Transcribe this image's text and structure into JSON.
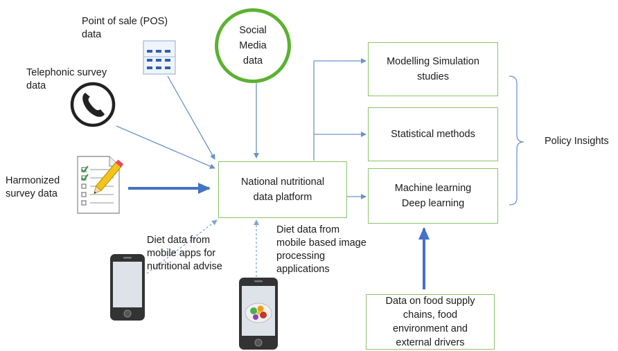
{
  "sources": {
    "pos": "Point of sale (POS)\ndata",
    "social": "Social\nMedia\ndata",
    "telephonic": "Telephonic survey\ndata",
    "harmonized": "Harmonized\nsurvey data",
    "diet_apps": "Diet data from\nmobile apps for\nnutritional advise",
    "diet_image": "Diet data from\nmobile based image\nprocessing\napplications",
    "food_supply": "Data on food supply\nchains, food\nenvironment and\nexternal drivers"
  },
  "platform": "National nutritional\ndata platform",
  "methods": {
    "modelling": "Modelling Simulation\nstudies",
    "statistical": "Statistical methods",
    "ml": "Machine learning\nDeep learning"
  },
  "outcome": "Policy Insights",
  "colors": {
    "box_border": "#8cc26b",
    "circle_border": "#5cb131",
    "arrow_thin": "#6a93cc",
    "arrow_thick": "#4472c4",
    "dashed": "#7ea6d8"
  }
}
